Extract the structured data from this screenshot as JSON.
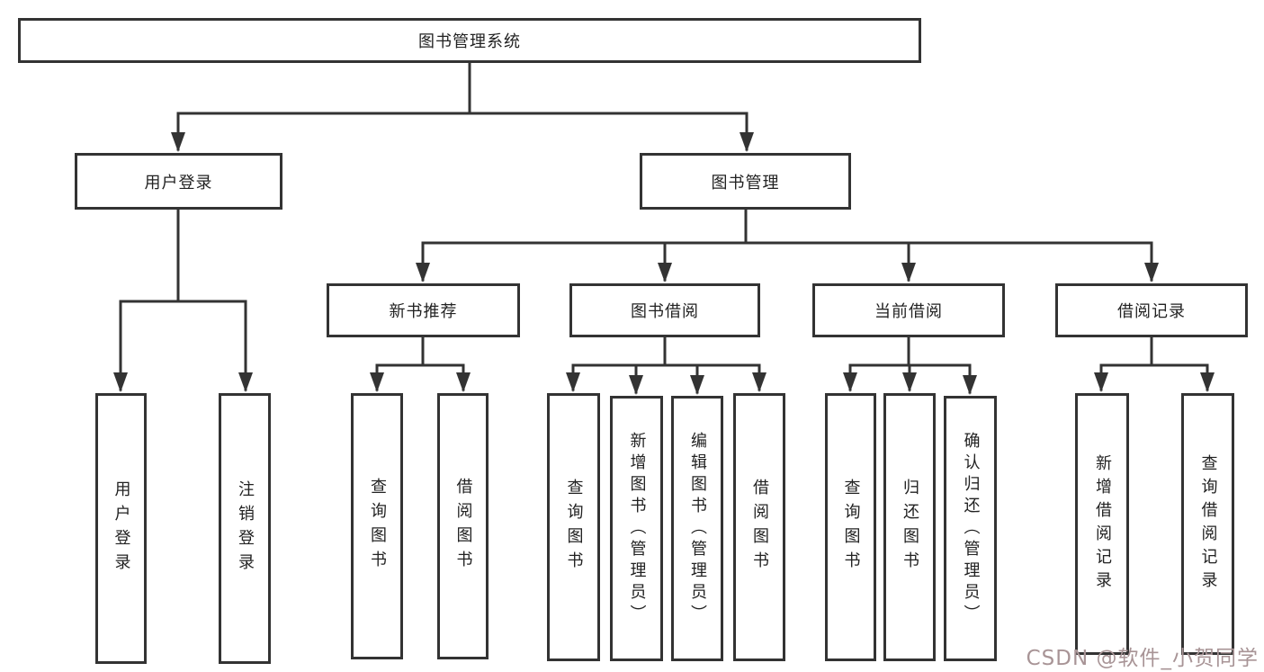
{
  "diagram": {
    "title": "图书管理系统",
    "nodes": {
      "root": "图书管理系统",
      "level2": [
        "用户登录",
        "图书管理"
      ],
      "level3": [
        "新书推荐",
        "图书借阅",
        "当前借阅",
        "借阅记录"
      ],
      "user_login_children": [
        "用户登录",
        "注销登录"
      ],
      "new_book_children": [
        "查询图书",
        "借阅图书"
      ],
      "book_borrow_children": [
        "查询图书",
        "新增图书（管理员）",
        "编辑图书（管理员）",
        "借阅图书"
      ],
      "current_borrow_children": [
        "查询图书",
        "归还图书",
        "确认归还（管理员）"
      ],
      "borrow_record_children": [
        "新增借阅记录",
        "查询借阅记录"
      ]
    }
  },
  "watermark": {
    "text": "CSDN @软件_小贺同学",
    "color": "#a89496"
  },
  "colors": {
    "line": "#333333",
    "box_border": "#333333",
    "text": "#222222",
    "background": "#ffffff"
  }
}
